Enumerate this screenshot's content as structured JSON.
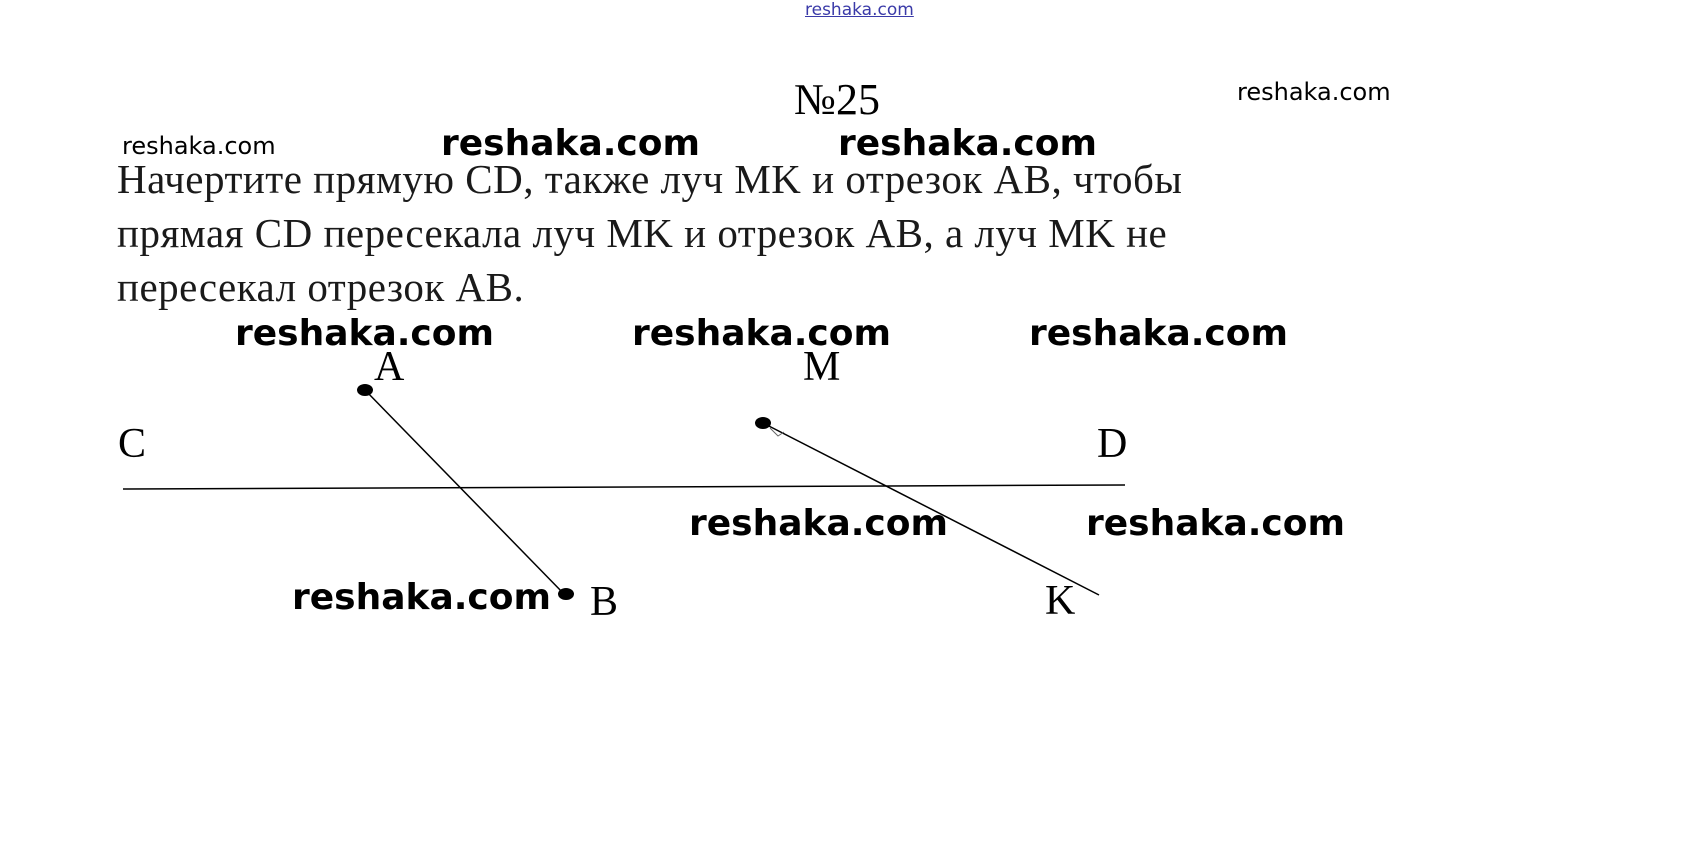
{
  "watermark": {
    "text": "reshaka.com",
    "header_text": "reshaka.com"
  },
  "problem": {
    "number": "№25",
    "lines": [
      "Начертите прямую CD, также луч MK и отрезок AB, чтобы",
      "прямая CD пересекала луч MK и отрезок AB, а луч MK не",
      "пересекал отрезок AB."
    ]
  },
  "diagram": {
    "labels": {
      "A": "A",
      "B": "B",
      "C": "C",
      "D": "D",
      "M": "M",
      "K": "K"
    }
  }
}
